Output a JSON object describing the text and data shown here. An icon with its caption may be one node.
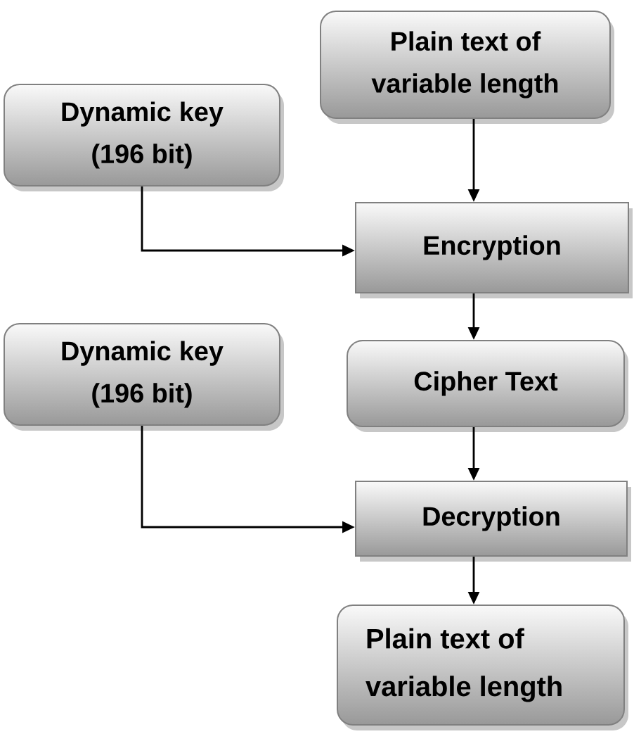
{
  "diagram": {
    "nodes": [
      {
        "text": [
          "Plain text of variable length"
        ]
      },
      {
        "text": [
          "Dynamic key (196 bit)"
        ]
      },
      {
        "text": [
          "Encryption"
        ]
      },
      {
        "text": [
          "Dynamic key (196 bit)"
        ]
      },
      {
        "text": [
          "Cipher Text"
        ]
      },
      {
        "text": [
          "Decryption"
        ]
      },
      {
        "text": [
          "Plain text of variable length"
        ]
      }
    ],
    "edges": [
      {
        "from": 0,
        "to": 2,
        "arrow": "to"
      },
      {
        "from": 1,
        "to": 2,
        "arrow": "to"
      },
      {
        "from": 2,
        "to": 4,
        "arrow": "to"
      },
      {
        "from": 4,
        "to": 5,
        "arrow": "to"
      },
      {
        "from": 3,
        "to": 5,
        "arrow": "to"
      },
      {
        "from": 5,
        "to": 6,
        "arrow": "to"
      }
    ]
  }
}
